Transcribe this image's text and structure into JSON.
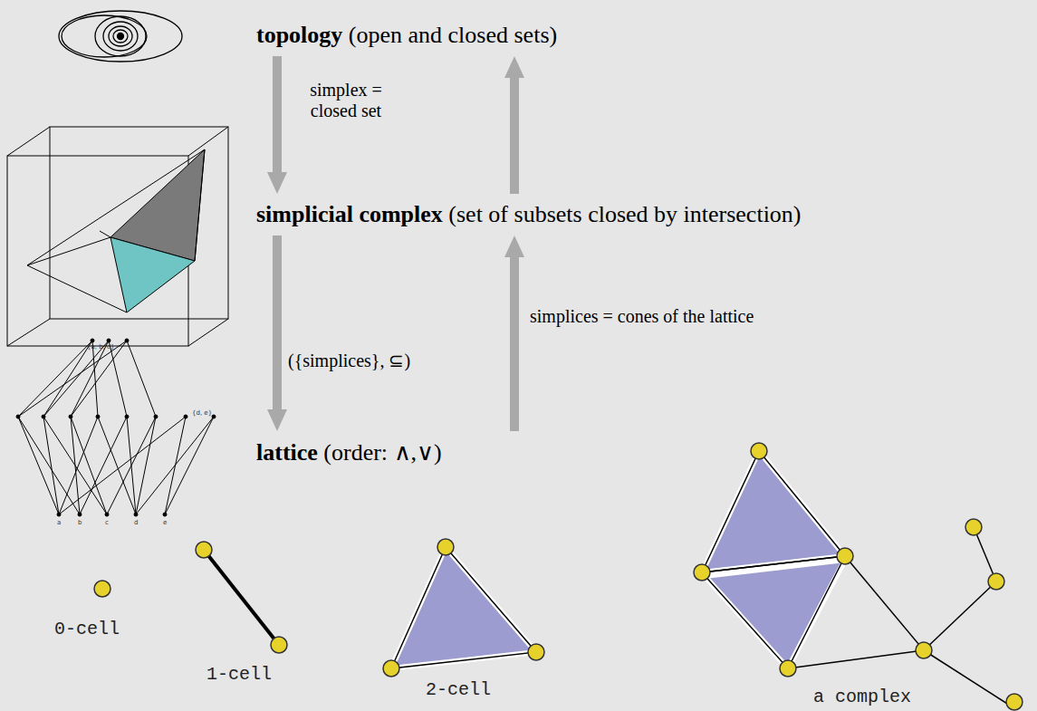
{
  "diagram": {
    "nodes": [
      {
        "text": [
          "topology",
          "(open and closed sets)"
        ]
      },
      {
        "text": [
          "simplicial complex",
          "(set of subsets closed by intersection)"
        ]
      },
      {
        "text": [
          "lattice",
          "(order:  ∧,∨)"
        ]
      }
    ],
    "edges": [
      {
        "from": 0,
        "to": 1,
        "arrow": "to",
        "label": "simplex = closed set"
      },
      {
        "from": 1,
        "to": 0,
        "arrow": "to"
      },
      {
        "from": 1,
        "to": 2,
        "arrow": "to",
        "label": "({simplices}, ⊆)"
      },
      {
        "from": 2,
        "to": 1,
        "arrow": "to",
        "label": "simplices = cones of the lattice"
      }
    ],
    "labels": [
      "{a, b, c}",
      "{d, e}",
      "a",
      "b",
      "c",
      "d",
      "e",
      "0-cell",
      "1-cell",
      "2-cell",
      "a complex"
    ]
  }
}
